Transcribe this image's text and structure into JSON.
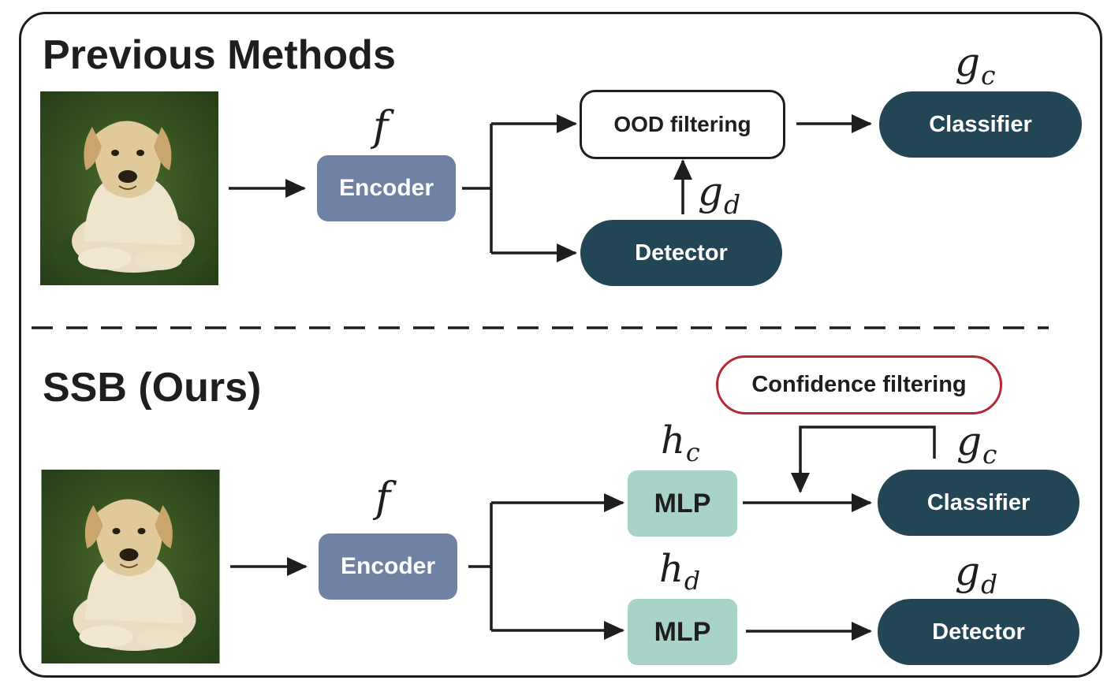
{
  "top_section": {
    "title": "Previous Methods",
    "encoder_label": "Encoder",
    "encoder_symbol": "f",
    "filter_label": "OOD filtering",
    "classifier_label": "Classifier",
    "classifier_symbol": {
      "base": "g",
      "sub": "c"
    },
    "detector_label": "Detector",
    "detector_symbol": {
      "base": "g",
      "sub": "d"
    }
  },
  "bottom_section": {
    "title": "SSB (Ours)",
    "encoder_label": "Encoder",
    "encoder_symbol": "f",
    "mlp_c_label": "MLP",
    "mlp_c_symbol": {
      "base": "h",
      "sub": "c"
    },
    "mlp_d_label": "MLP",
    "mlp_d_symbol": {
      "base": "h",
      "sub": "d"
    },
    "filter_label": "Confidence filtering",
    "classifier_label": "Classifier",
    "classifier_symbol": {
      "base": "g",
      "sub": "c"
    },
    "detector_label": "Detector",
    "detector_symbol": {
      "base": "g",
      "sub": "d"
    }
  },
  "colors": {
    "encoder": "#6f82a3",
    "dark_box": "#234656",
    "mlp": "#a7d3c8",
    "confidence_border": "#b52a32",
    "ink": "#1e1e1e"
  },
  "icons": {
    "input_image": "dog-photo"
  }
}
